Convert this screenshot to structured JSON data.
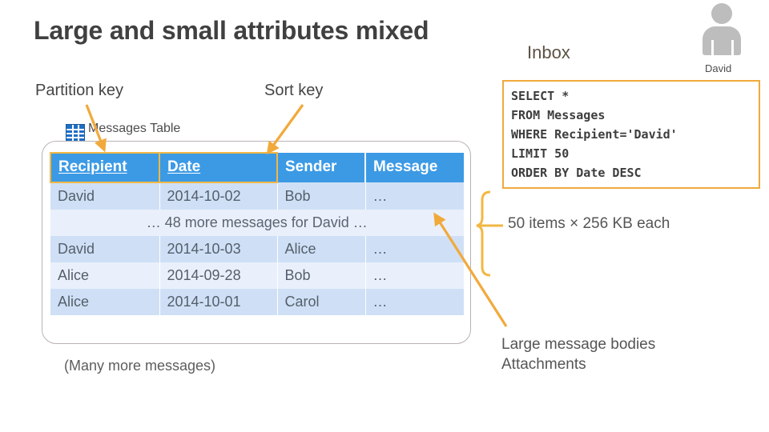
{
  "slide": {
    "title": "Large and small attributes mixed"
  },
  "annotations": {
    "partition_key": "Partition key",
    "sort_key": "Sort key",
    "items_size": "50 items × 256 KB each",
    "large_bodies_line1": "Large message bodies",
    "large_bodies_line2": "Attachments",
    "many_more": "(Many more messages)"
  },
  "table": {
    "caption": "Messages Table",
    "icon": "table-grid-icon",
    "columns": [
      {
        "label": "Recipient",
        "key": true
      },
      {
        "label": "Date",
        "key": true
      },
      {
        "label": "Sender",
        "key": false
      },
      {
        "label": "Message",
        "key": false
      }
    ],
    "rows": [
      {
        "type": "data",
        "recipient": "David",
        "date": "2014-10-02",
        "sender": "Bob",
        "message": "…",
        "shade": "dark"
      },
      {
        "type": "spacer",
        "text": "… 48 more messages for David …"
      },
      {
        "type": "data",
        "recipient": "David",
        "date": "2014-10-03",
        "sender": "Alice",
        "message": "…",
        "shade": "dark"
      },
      {
        "type": "data",
        "recipient": "Alice",
        "date": "2014-09-28",
        "sender": "Bob",
        "message": "…",
        "shade": "light"
      },
      {
        "type": "data",
        "recipient": "Alice",
        "date": "2014-10-01",
        "sender": "Carol",
        "message": "…",
        "shade": "dark"
      }
    ]
  },
  "inbox": {
    "tab_label": "Inbox"
  },
  "query": {
    "lines": [
      "SELECT *",
      "FROM Messages",
      "WHERE Recipient='David'",
      "LIMIT 50",
      "ORDER BY Date DESC"
    ]
  },
  "user": {
    "name": "David",
    "avatar_icon": "person-avatar-icon"
  },
  "colors": {
    "header_blue": "#3c9ae5",
    "key_outline": "#f2b844",
    "row_dark": "#cfe0f6",
    "row_light": "#e9f0fb",
    "accent_orange": "#f0a93c",
    "tab_orange": "#fbc75e"
  }
}
